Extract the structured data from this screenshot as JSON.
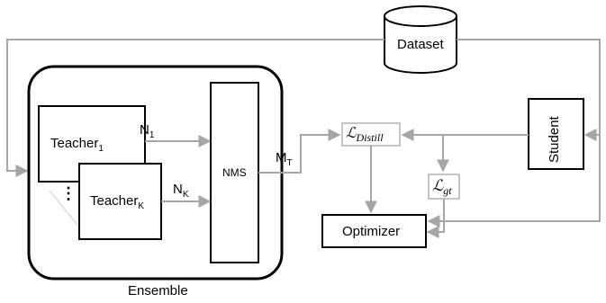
{
  "dataset": {
    "label": "Dataset"
  },
  "ensemble": {
    "label": "Ensemble",
    "teacher1": {
      "label": "Teacher",
      "sub": "1"
    },
    "teacherK": {
      "label": "Teacher",
      "sub": "K"
    },
    "ellipsis": "⋮",
    "n1": {
      "label": "N",
      "sub": "1"
    },
    "nK": {
      "label": "N",
      "sub": "K"
    },
    "nms": "NMS"
  },
  "mT": {
    "label": "M",
    "sub": "T"
  },
  "loss_distill": {
    "symbol": "ℒ",
    "sub": "Distill"
  },
  "loss_gt": {
    "symbol": "ℒ",
    "sub": "gt"
  },
  "optimizer": {
    "label": "Optimizer"
  },
  "student": {
    "label": "Student"
  },
  "colors": {
    "arrow": "#a6a6a6",
    "box": "#000000"
  }
}
